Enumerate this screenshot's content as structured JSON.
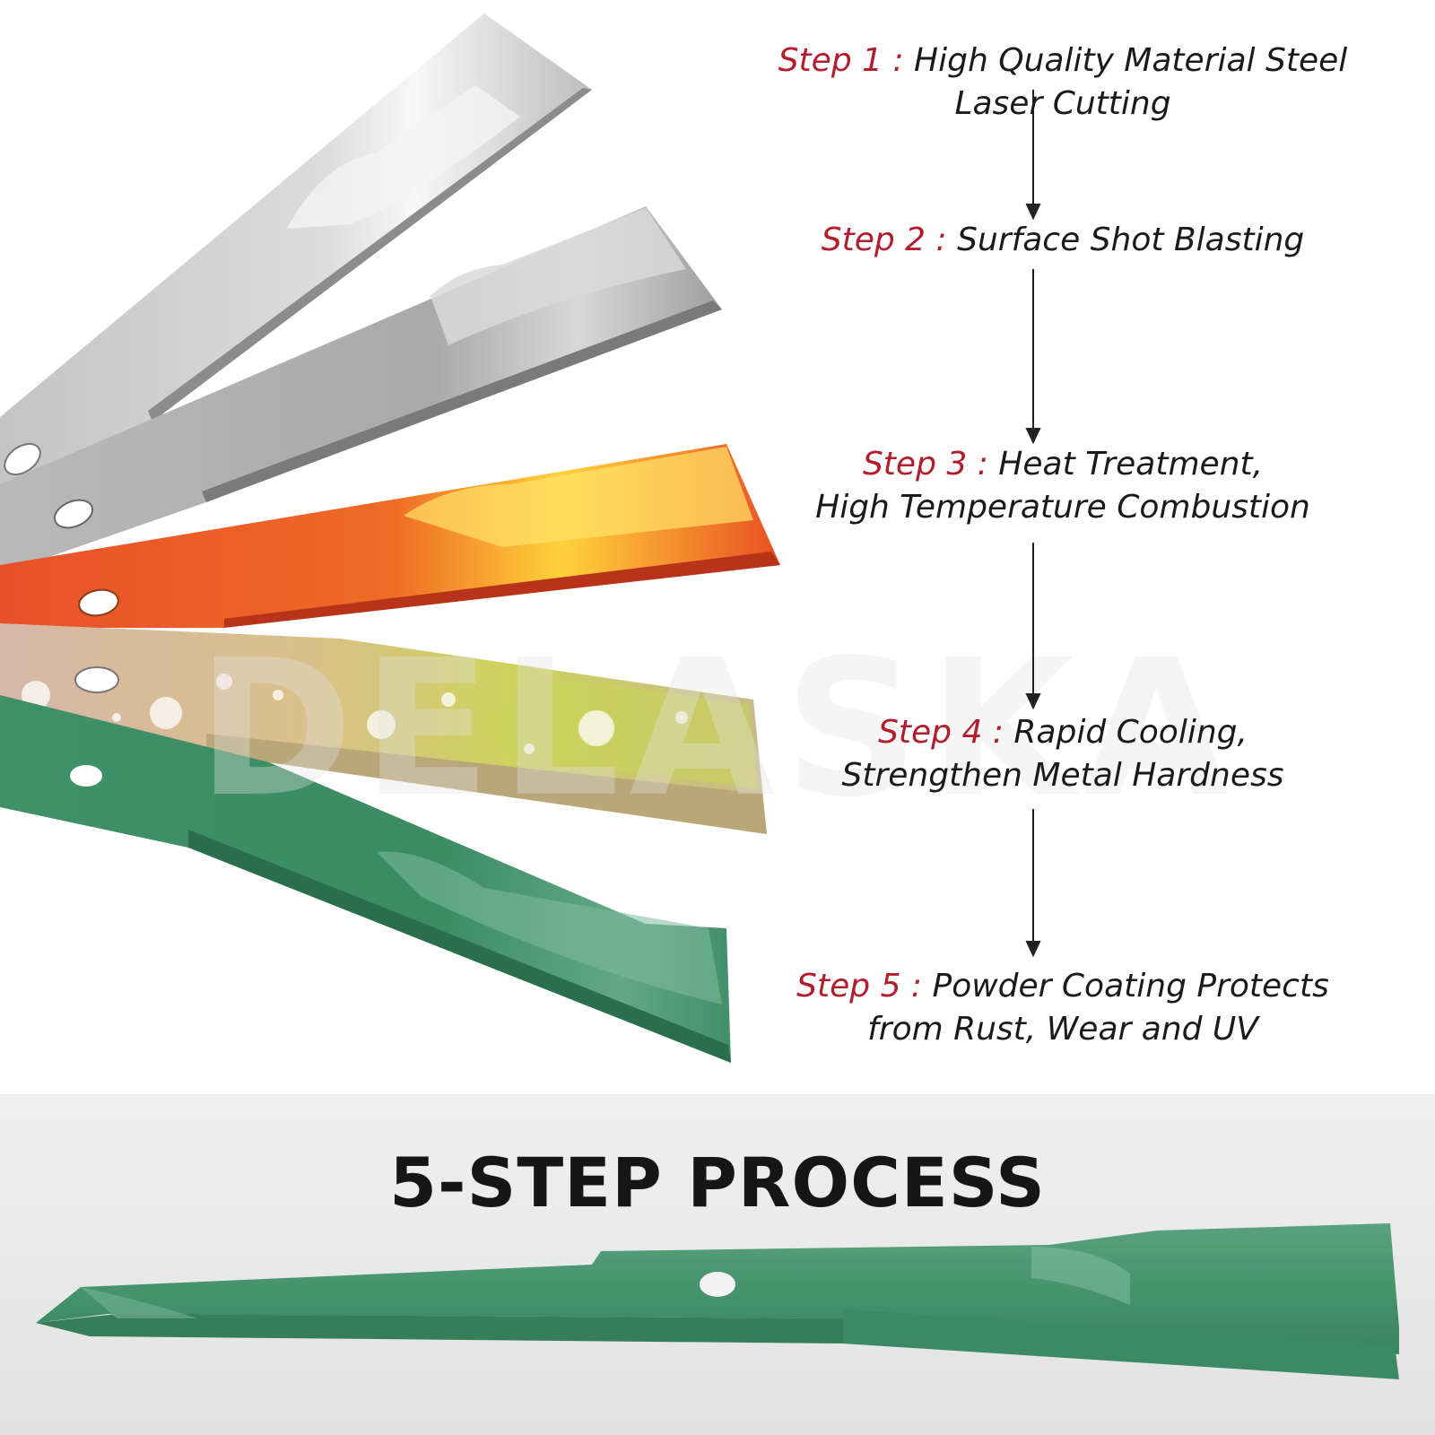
{
  "watermark": "DELASKA",
  "steps": [
    {
      "label": "Step 1 :",
      "lines": [
        "High Quality Material Steel Laser Cutting"
      ]
    },
    {
      "label": "Step 2 :",
      "lines": [
        "Surface Shot Blasting"
      ]
    },
    {
      "label": "Step 3 :",
      "lines": [
        "Heat Treatment,",
        "High Temperature Combustion"
      ]
    },
    {
      "label": "Step 4 :",
      "lines": [
        "Rapid Cooling,",
        "Strengthen Metal Hardness"
      ]
    },
    {
      "label": "Step 5 :",
      "lines": [
        "Powder Coating Protects",
        "from Rust, Wear and UV"
      ]
    }
  ],
  "title": "5-STEP PROCESS",
  "colors": {
    "step_label": "#b21d2c",
    "text": "#1a1a1a",
    "blade_green": "#3d8f64",
    "blade_orange": "#e25a22",
    "blade_steel": "#c9c9c9",
    "banner_bg": "#e8e8e8"
  }
}
